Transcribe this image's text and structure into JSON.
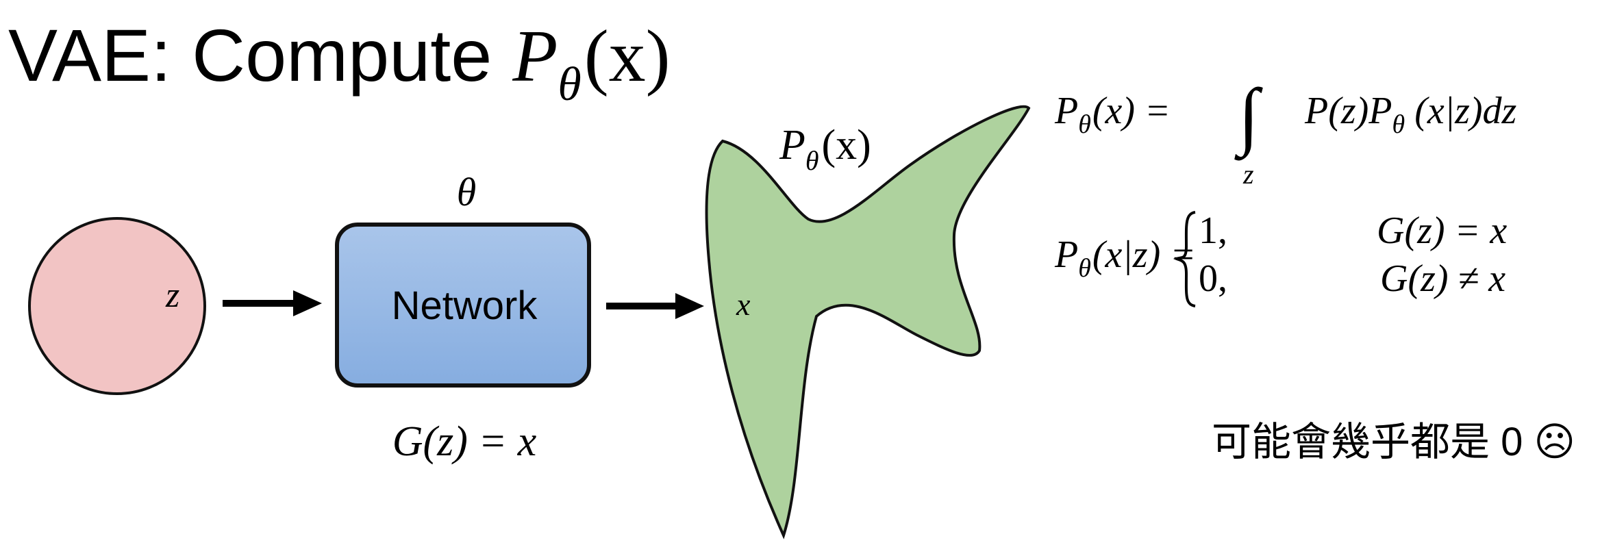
{
  "title": {
    "text": "VAE: Compute ",
    "math": "P",
    "sub": "θ",
    "arg": "(x)"
  },
  "diagram": {
    "latent_label": "z",
    "theta_label": "θ",
    "network_label": "Network",
    "generator_eq": "G(z) = x",
    "output_label": "x",
    "distribution_label": {
      "main": "P",
      "sub": "θ",
      "arg": "(x)"
    },
    "colors": {
      "latent": "#f2c4c4",
      "network_top": "#a9c5ea",
      "network_bottom": "#86ade0",
      "distribution": "#aed29e"
    }
  },
  "equations": {
    "marginal": {
      "lhs_main": "P",
      "lhs_sub": "θ",
      "lhs_arg": "(x) =",
      "integral": "∫",
      "integral_sub": "z",
      "rhs1": "P(z)P",
      "rhs_sub": "θ",
      "rhs2": " (x|z)dz"
    },
    "conditional": {
      "lhs_main": "P",
      "lhs_sub": "θ",
      "lhs_arg": "(x|z) =",
      "case1_value": "1,",
      "case1_cond": "G(z) = x",
      "case2_value": "0,",
      "case2_cond": "G(z) ≠ x"
    }
  },
  "note": "可能會幾乎都是 0 ☹"
}
